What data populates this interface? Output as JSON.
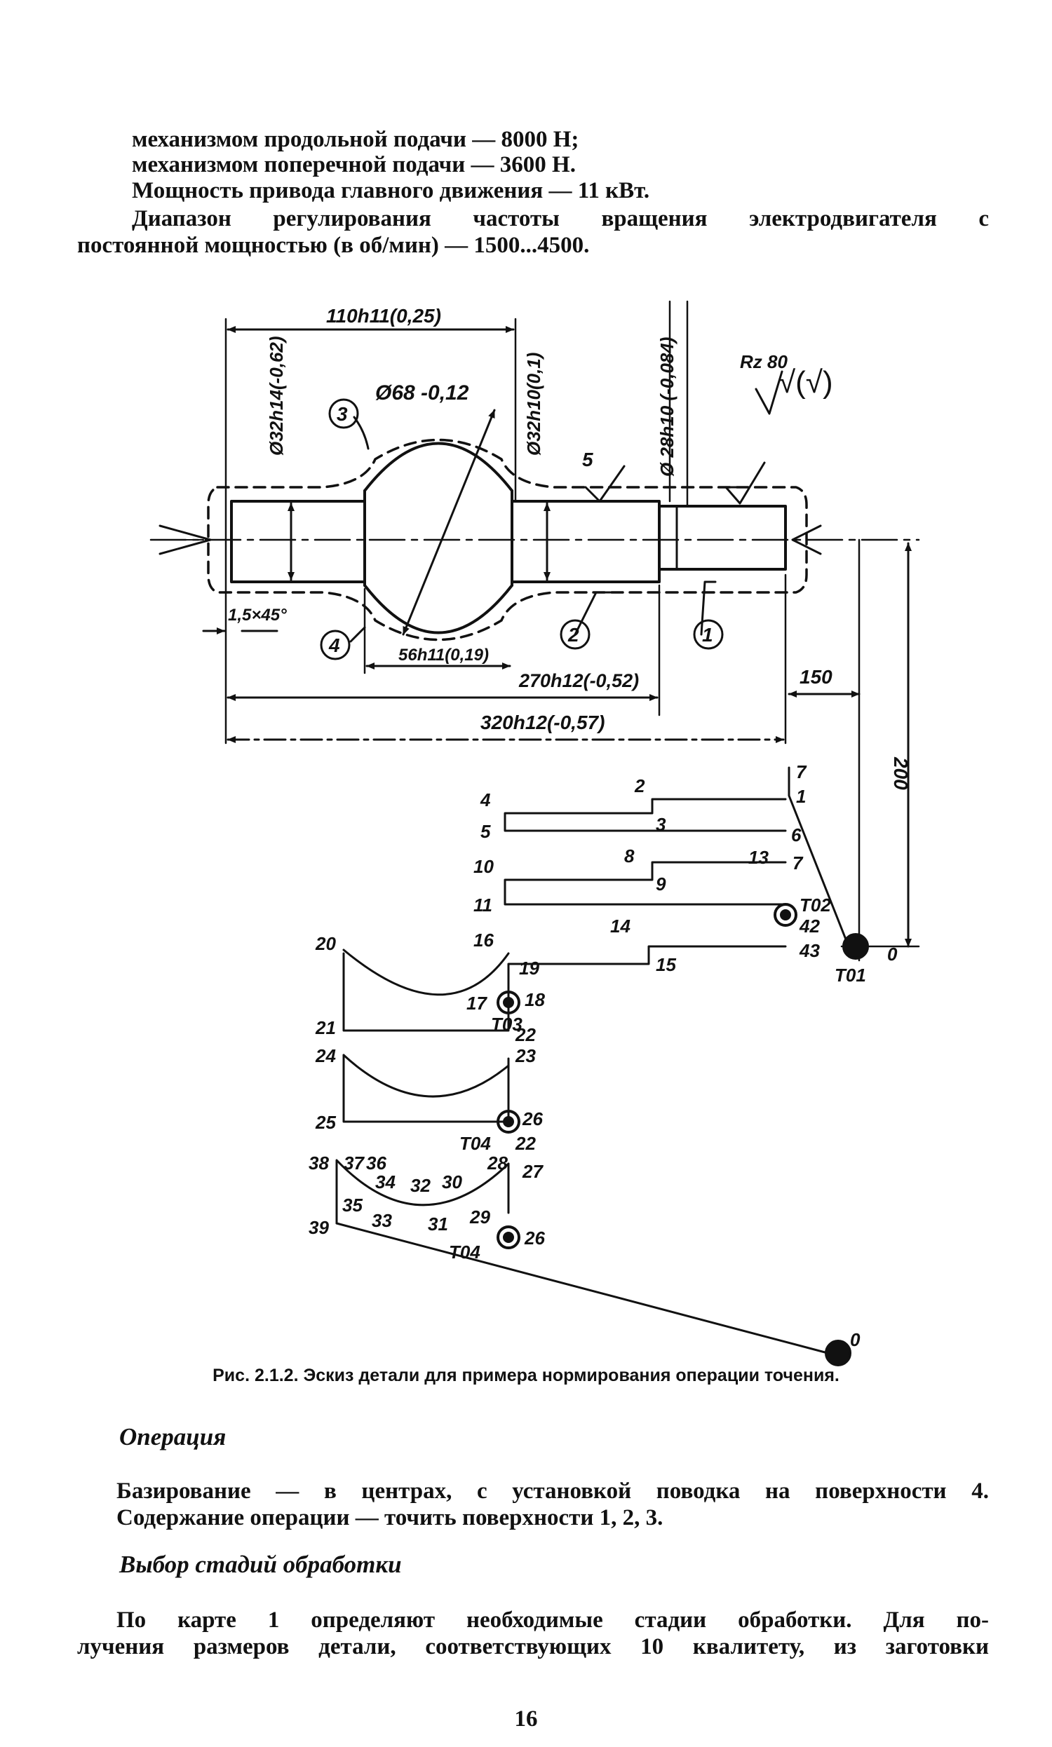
{
  "intro": {
    "line1": "механизмом продольной подачи — 8000 Н;",
    "line2": "механизмом поперечной подачи — 3600 Н.",
    "line3": "Мощность привода главного движения — 11 кВт.",
    "line4a": "Диапазон регулирования частоты вращения электродвигателя с",
    "line4b": "постоянной мощностью (в об/мин) — 1500...4500."
  },
  "figure": {
    "dims": {
      "d_110": "110h11(0,25)",
      "d_32_left": "Ø32h14(-0,62)",
      "d_68": "Ø68 -0,12",
      "d_32_right": "Ø32h10(0,1)",
      "d_28": "Ø 28h10 (-0,084)",
      "d_56": "56h11(0,19)",
      "d_270": "270h12(-0,52)",
      "d_320": "320h12(-0,57)",
      "chamfer": "1,5×45°",
      "d_150": "150",
      "d_200": "200",
      "rz": "Rz 80",
      "rz_sym": "√(√)",
      "rough_5": "5"
    },
    "surfaces": [
      "1",
      "2",
      "3",
      "4"
    ],
    "points": {
      "p0a": "0",
      "p0b": "0",
      "p1": "1",
      "p2": "2",
      "p3": "3",
      "p4": "4",
      "p5": "5",
      "p6": "6",
      "p7a": "7",
      "p7b": "7",
      "p8": "8",
      "p9": "9",
      "p10": "10",
      "p11": "11",
      "p13": "13",
      "p14": "14",
      "p15": "15",
      "p16": "16",
      "p17": "17",
      "p18": "18",
      "p19": "19",
      "p20": "20",
      "p21": "21",
      "p22a": "22",
      "p22b": "22",
      "p23": "23",
      "p24": "24",
      "p25": "25",
      "p26a": "26",
      "p26b": "26",
      "p27": "27",
      "p28": "28",
      "p29": "29",
      "p30": "30",
      "p31": "31",
      "p32": "32",
      "p33": "33",
      "p34": "34",
      "p35": "35",
      "p36": "36",
      "p37": "37",
      "p38": "38",
      "p39": "39",
      "p42": "42",
      "p43": "43"
    },
    "tools": {
      "t01": "T01",
      "t02": "T02",
      "t03": "T03",
      "t04a": "T04",
      "t04b": "T04"
    },
    "caption": "Рис. 2.1.2. Эскиз детали для примера нормирования операции точения."
  },
  "sections": {
    "operation_title": "Операция",
    "operation_p1": "Базирование — в центрах, с установкой поводка на поверхности 4.",
    "operation_p2": "Содержание операции — точить поверхности 1, 2, 3.",
    "stages_title": "Выбор стадий обработки",
    "stages_p1a": "По карте 1 определяют необходимые стадии обработки. Для по-",
    "stages_p1b": "лучения размеров детали, соответствующих 10 квалитету, из заготовки"
  },
  "page_number": "16"
}
